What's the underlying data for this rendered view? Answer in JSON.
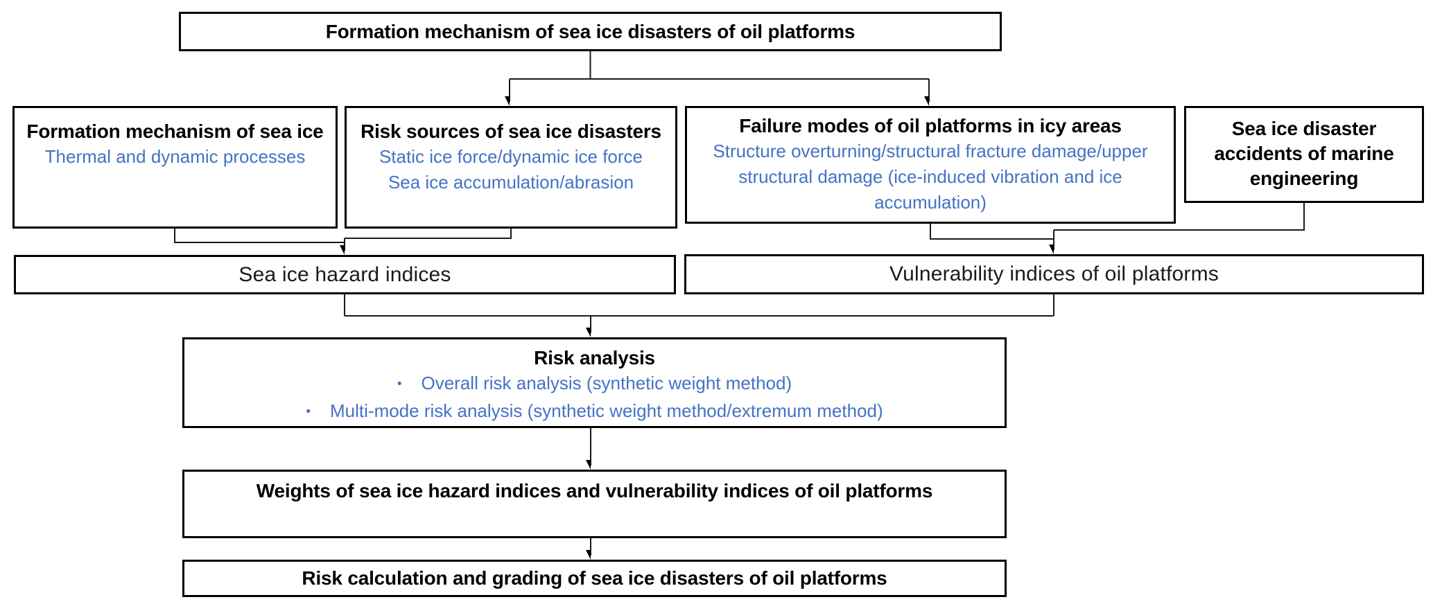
{
  "colors": {
    "accent_blue": "#4472C4",
    "box_border": "#000000",
    "connector_line": "#1a1a1a",
    "background": "#ffffff"
  },
  "bullet_glyph": "•",
  "nodes": {
    "top": {
      "title": "Formation mechanism of sea ice disasters of oil platforms"
    },
    "formation_sea_ice": {
      "title": "Formation mechanism of sea ice",
      "details": [
        "Thermal and dynamic processes"
      ]
    },
    "risk_sources": {
      "title": "Risk sources of sea ice disasters",
      "details": [
        "Static ice force/dynamic ice force",
        "Sea ice accumulation/abrasion"
      ]
    },
    "failure_modes": {
      "title": "Failure modes of oil platforms in icy areas",
      "details": [
        "Structure overturning/structural fracture damage/upper structural damage (ice-induced vibration and ice accumulation)"
      ]
    },
    "marine_accidents": {
      "title": "Sea ice disaster accidents of marine engineering"
    },
    "hazard_indices": {
      "title": "Sea ice hazard indices"
    },
    "vulnerability_indices": {
      "title": "Vulnerability indices of oil platforms"
    },
    "risk_analysis": {
      "title": "Risk analysis",
      "bullets": [
        "Overall risk analysis (synthetic weight method)",
        "Multi-mode risk analysis (synthetic weight method/extremum method)"
      ]
    },
    "weights": {
      "title": "Weights of sea ice hazard indices and vulnerability indices of oil platforms"
    },
    "risk_calculation": {
      "title": "Risk calculation and grading of sea ice disasters of oil platforms"
    }
  }
}
